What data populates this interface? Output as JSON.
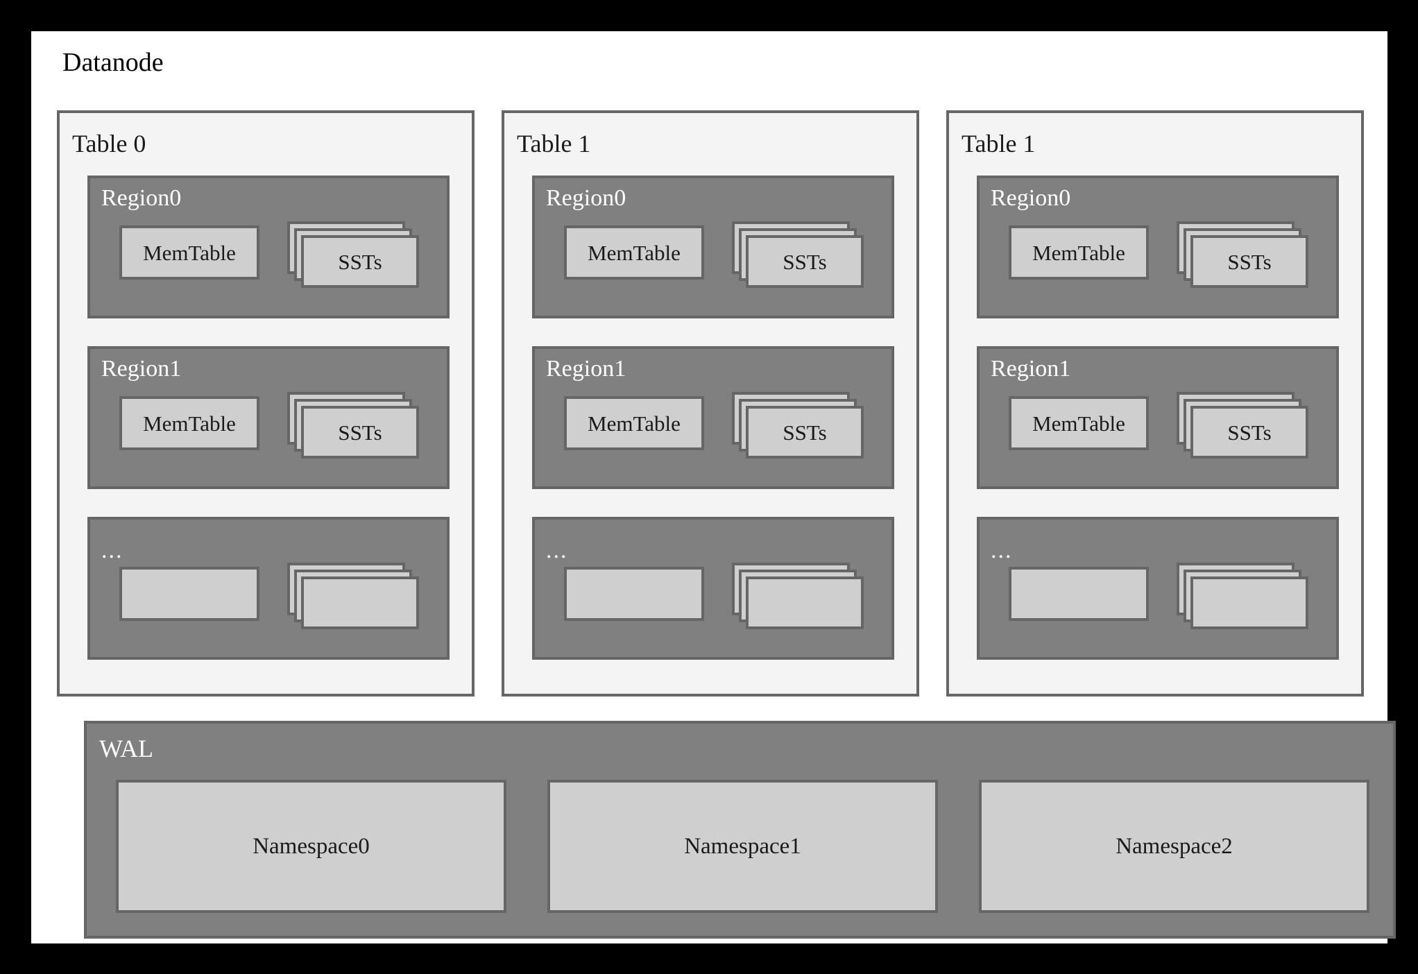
{
  "diagram": {
    "title": "Datanode",
    "background_color": "#ffffff",
    "page_color": "#000000",
    "border_color": "#666666",
    "region_fill": "#808080",
    "leaf_fill": "#cfcfcf",
    "table_fill": "#f4f4f4"
  },
  "tables": [
    {
      "label": "Table 0",
      "regions": [
        {
          "label": "Region0",
          "is_ellipsis": false,
          "memtable": "MemTable",
          "ssts": "SSTs"
        },
        {
          "label": "Region1",
          "is_ellipsis": false,
          "memtable": "MemTable",
          "ssts": "SSTs"
        },
        {
          "label": "...",
          "is_ellipsis": true,
          "memtable": "",
          "ssts": ""
        }
      ]
    },
    {
      "label": "Table 1",
      "regions": [
        {
          "label": "Region0",
          "is_ellipsis": false,
          "memtable": "MemTable",
          "ssts": "SSTs"
        },
        {
          "label": "Region1",
          "is_ellipsis": false,
          "memtable": "MemTable",
          "ssts": "SSTs"
        },
        {
          "label": "...",
          "is_ellipsis": true,
          "memtable": "",
          "ssts": ""
        }
      ]
    },
    {
      "label": "Table 1",
      "regions": [
        {
          "label": "Region0",
          "is_ellipsis": false,
          "memtable": "MemTable",
          "ssts": "SSTs"
        },
        {
          "label": "Region1",
          "is_ellipsis": false,
          "memtable": "MemTable",
          "ssts": "SSTs"
        },
        {
          "label": "...",
          "is_ellipsis": true,
          "memtable": "",
          "ssts": ""
        }
      ]
    }
  ],
  "wal": {
    "label": "WAL",
    "namespaces": [
      {
        "label": "Namespace0"
      },
      {
        "label": "Namespace1"
      },
      {
        "label": "Namespace2"
      }
    ]
  }
}
